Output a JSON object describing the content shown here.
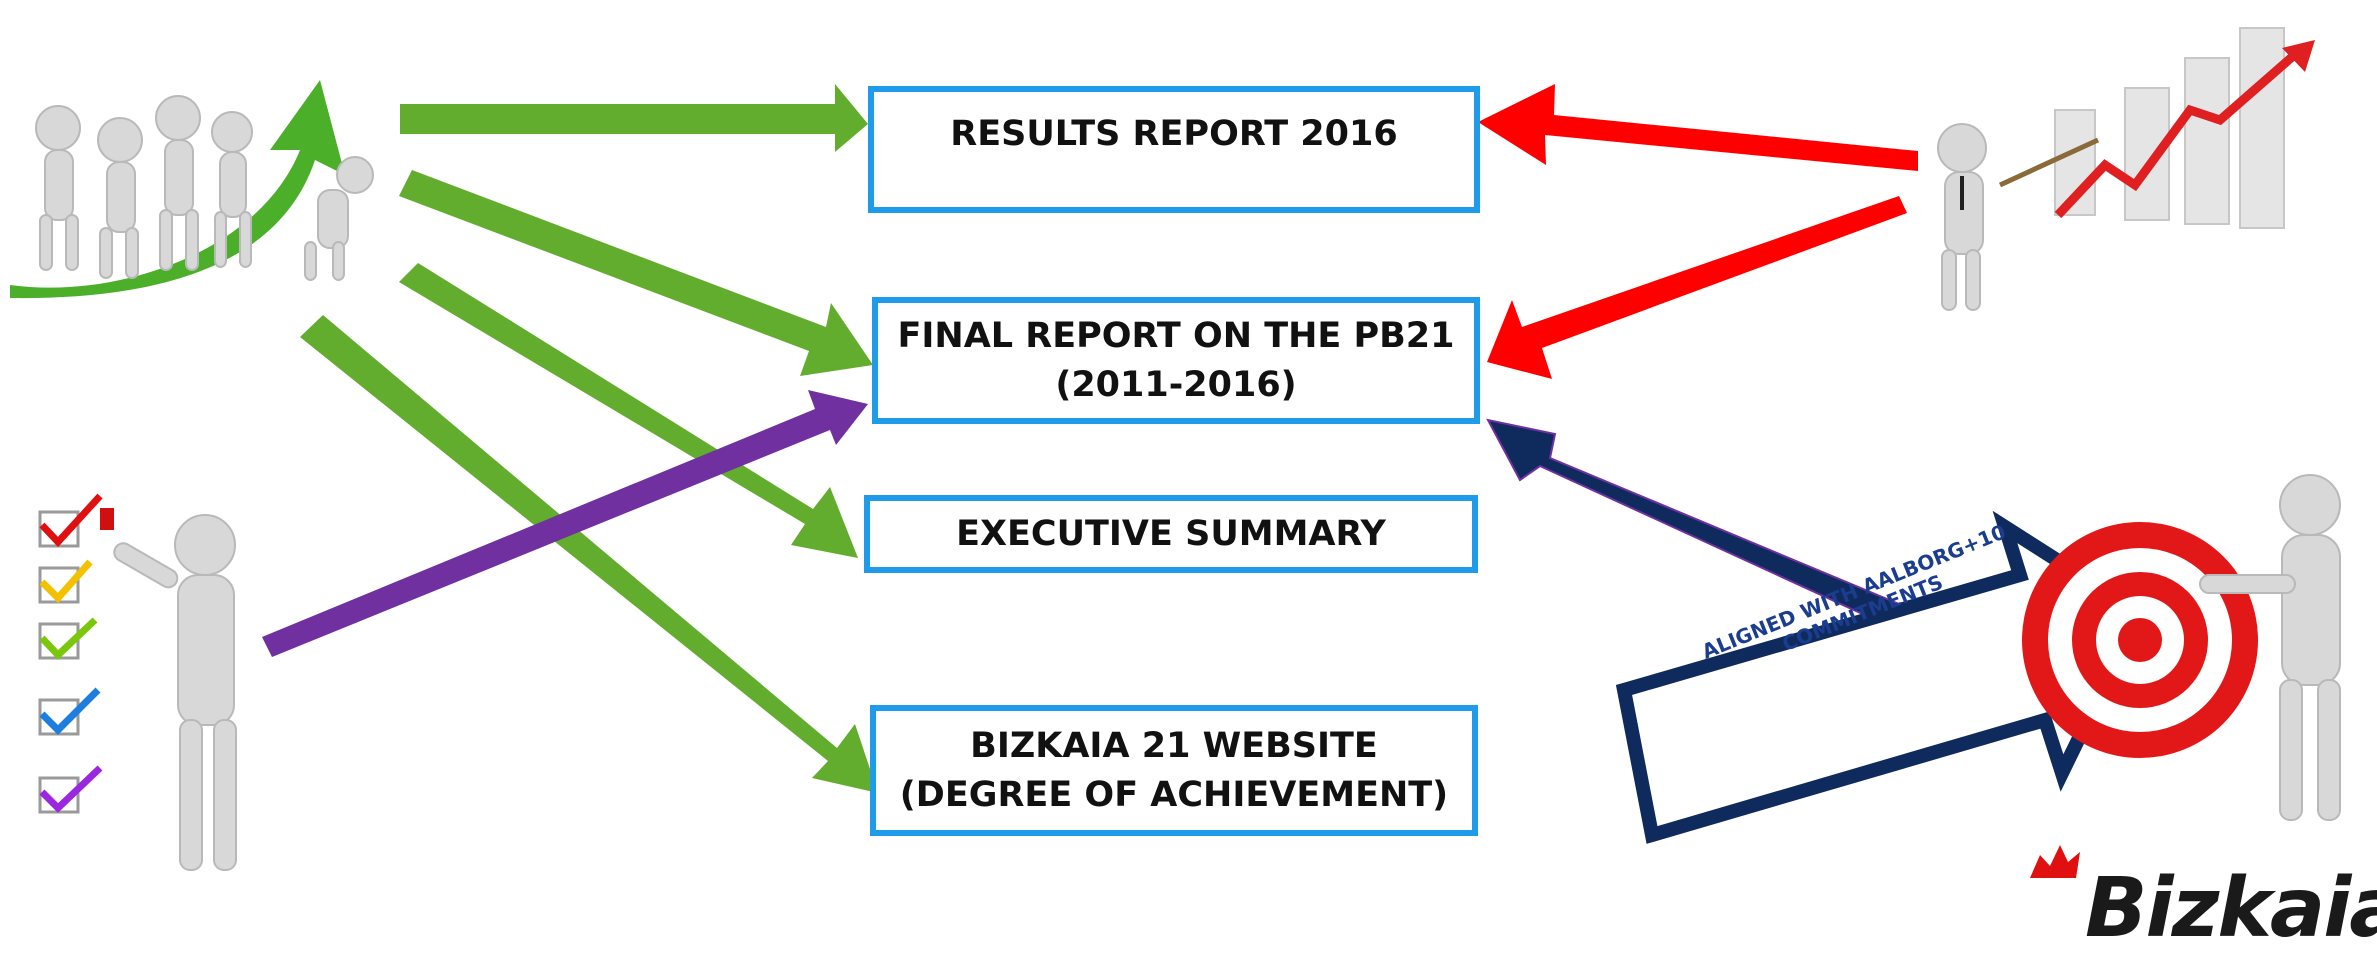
{
  "boxes": {
    "results_report": "RESULTS REPORT 2016",
    "final_report_line1": "FINAL REPORT ON THE PB21",
    "final_report_line2": "(2011-2016)",
    "executive_summary": "EXECUTIVE SUMMARY",
    "website_line1": "BIZKAIA 21 WEBSITE",
    "website_line2": "(DEGREE OF ACHIEVEMENT)"
  },
  "callout": {
    "line1": "ALIGNED WITH AALBORG+10",
    "line2": "COMMITMENTS"
  },
  "logo": {
    "text": "Bizkaia"
  },
  "colors": {
    "box_border": "#1e9be9",
    "arrow_green": "#62ad2e",
    "arrow_red": "#ff0000",
    "arrow_purple": "#7030a0",
    "arrow_navy": "#0f2a5c",
    "callout_text": "#1a3d8f"
  },
  "icons": [
    "team-pushing-arrow-icon",
    "presenter-chart-icon",
    "checklist-person-icon",
    "target-person-icon",
    "bizkaia-leaf-logo-icon"
  ]
}
